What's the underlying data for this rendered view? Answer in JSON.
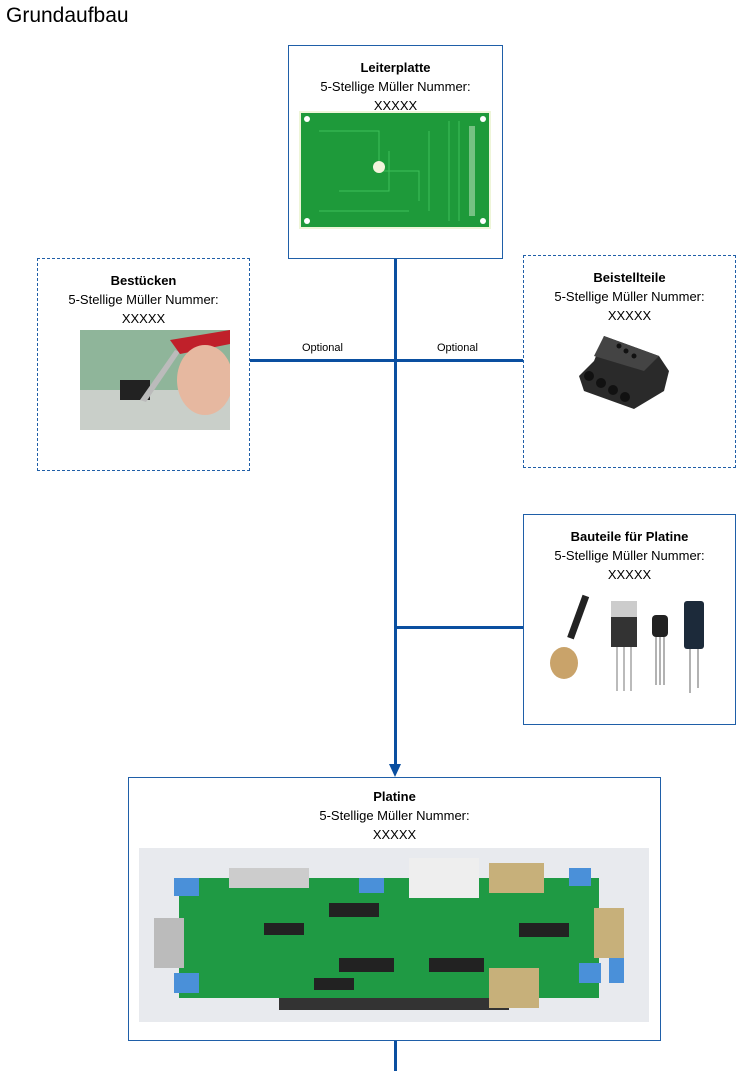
{
  "title": "Grundaufbau",
  "nodes": {
    "leiterplatte": {
      "name": "Leiterplatte",
      "label": "5-Stellige Müller Nummer:",
      "number": "XXXXX",
      "image": "green-pcb-bare-board",
      "border": "solid"
    },
    "bestuecken": {
      "name": "Bestücken",
      "label": "5-Stellige Müller Nummer:",
      "number": "XXXXX",
      "image": "tweezers-placing-chip-on-pcb",
      "border": "dashed"
    },
    "beistellteile": {
      "name": "Beistellteile",
      "label": "5-Stellige Müller Nummer:",
      "number": "XXXXX",
      "image": "black-connector-block",
      "border": "dashed"
    },
    "bauteile": {
      "name": "Bauteile für Platine",
      "label": "5-Stellige Müller Nummer:",
      "number": "XXXXX",
      "image": "electronic-components",
      "border": "solid"
    },
    "platine": {
      "name": "Platine",
      "label": "5-Stellige Müller Nummer:",
      "number": "XXXXX",
      "image": "assembled-pcb",
      "border": "solid"
    }
  },
  "edges": {
    "left_label": "Optional",
    "right_label": "Optional"
  },
  "colors": {
    "line": "#0a4fa0",
    "border": "#1f5fa8"
  }
}
